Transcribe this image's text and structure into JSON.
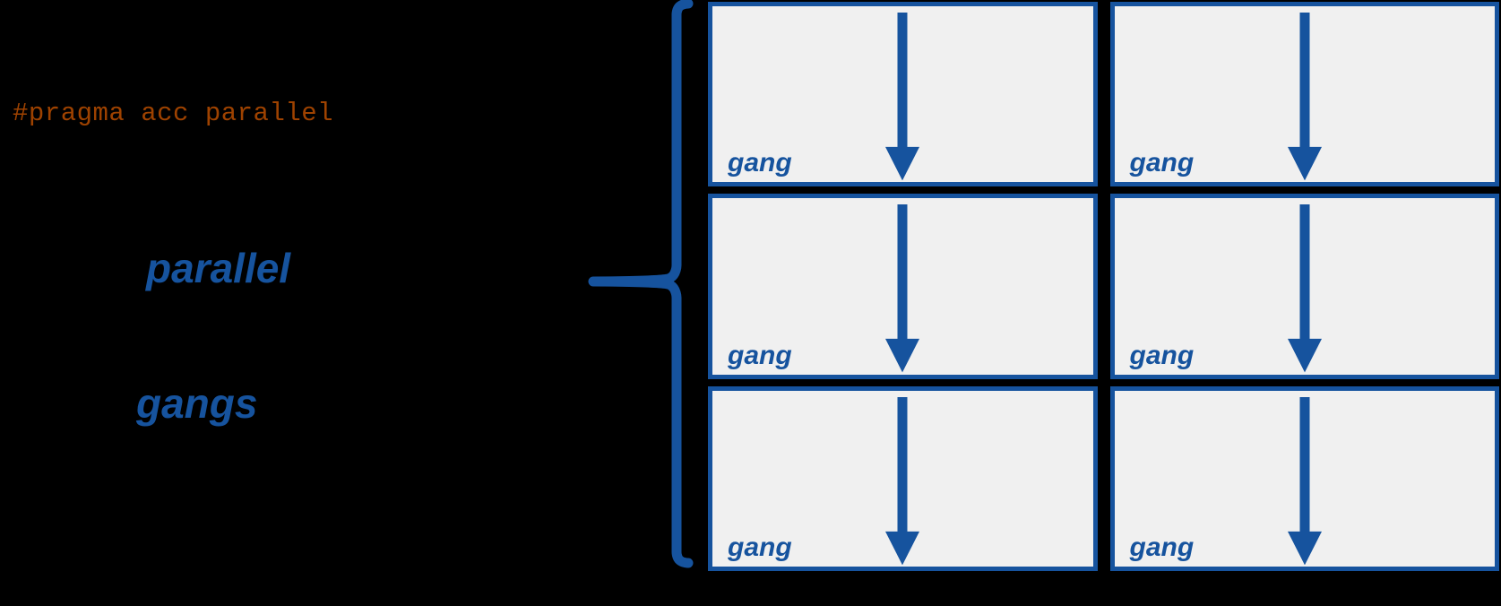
{
  "diagram": {
    "title": "OpenACC parallel gangs diagram",
    "background_color": "#000000",
    "accent_color": "#16539E",
    "code_color": "#9E4200",
    "cell_fill_color": "#F0F0F0"
  },
  "code": {
    "pragma": "#pragma acc parallel"
  },
  "labels": {
    "parallel": "parallel",
    "gangs": "gangs"
  },
  "brace": {
    "name": "left-curly-brace",
    "orientation": "points-left",
    "color": "#16539E"
  },
  "grid": {
    "columns": 2,
    "rows": 3,
    "cells": [
      {
        "label": "gang",
        "arrow": "down-arrow"
      },
      {
        "label": "gang",
        "arrow": "down-arrow"
      },
      {
        "label": "gang",
        "arrow": "down-arrow"
      },
      {
        "label": "gang",
        "arrow": "down-arrow"
      },
      {
        "label": "gang",
        "arrow": "down-arrow"
      },
      {
        "label": "gang",
        "arrow": "down-arrow"
      }
    ]
  }
}
